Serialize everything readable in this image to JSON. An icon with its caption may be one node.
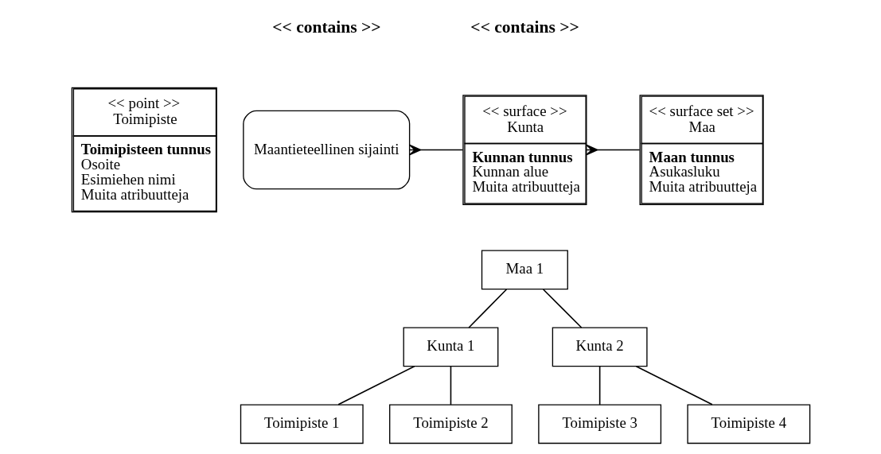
{
  "diagram": {
    "nodes": [
      {
        "text": [
          "<< point >>",
          "Toimipiste",
          "Toimipisteen tunnus",
          "Osoite",
          "Esimiehen nimi",
          "Muita atribuutteja"
        ]
      },
      {
        "text": [
          "Maantieteellinen sijainti"
        ]
      },
      {
        "text": [
          "<< surface >>",
          "Kunta",
          "Kunnan tunnus",
          "Kunnan alue",
          "Muita atribuutteja"
        ]
      },
      {
        "text": [
          "<< surface set >>",
          "Maa",
          "Maan tunnus",
          "Asukasluku",
          "Muita atribuutteja"
        ]
      },
      {
        "text": [
          "Maa 1"
        ]
      },
      {
        "text": [
          "Kunta 1"
        ]
      },
      {
        "text": [
          "Kunta 2"
        ]
      },
      {
        "text": [
          "Toimipiste 1"
        ]
      },
      {
        "text": [
          "Toimipiste 2"
        ]
      },
      {
        "text": [
          "Toimipiste 3"
        ]
      },
      {
        "text": [
          "Toimipiste 4"
        ]
      }
    ],
    "edges": [
      {
        "from": 1,
        "to": 2,
        "arrow": "other"
      },
      {
        "from": 2,
        "to": 3,
        "arrow": "other"
      },
      {
        "from": 4,
        "to": 5,
        "arrow": "none"
      },
      {
        "from": 4,
        "to": 6,
        "arrow": "none"
      },
      {
        "from": 5,
        "to": 7,
        "arrow": "none"
      },
      {
        "from": 5,
        "to": 8,
        "arrow": "none"
      },
      {
        "from": 6,
        "to": 9,
        "arrow": "none"
      },
      {
        "from": 6,
        "to": 10,
        "arrow": "none"
      }
    ],
    "labels": [
      "<< contains >>",
      "<< contains >>"
    ]
  }
}
